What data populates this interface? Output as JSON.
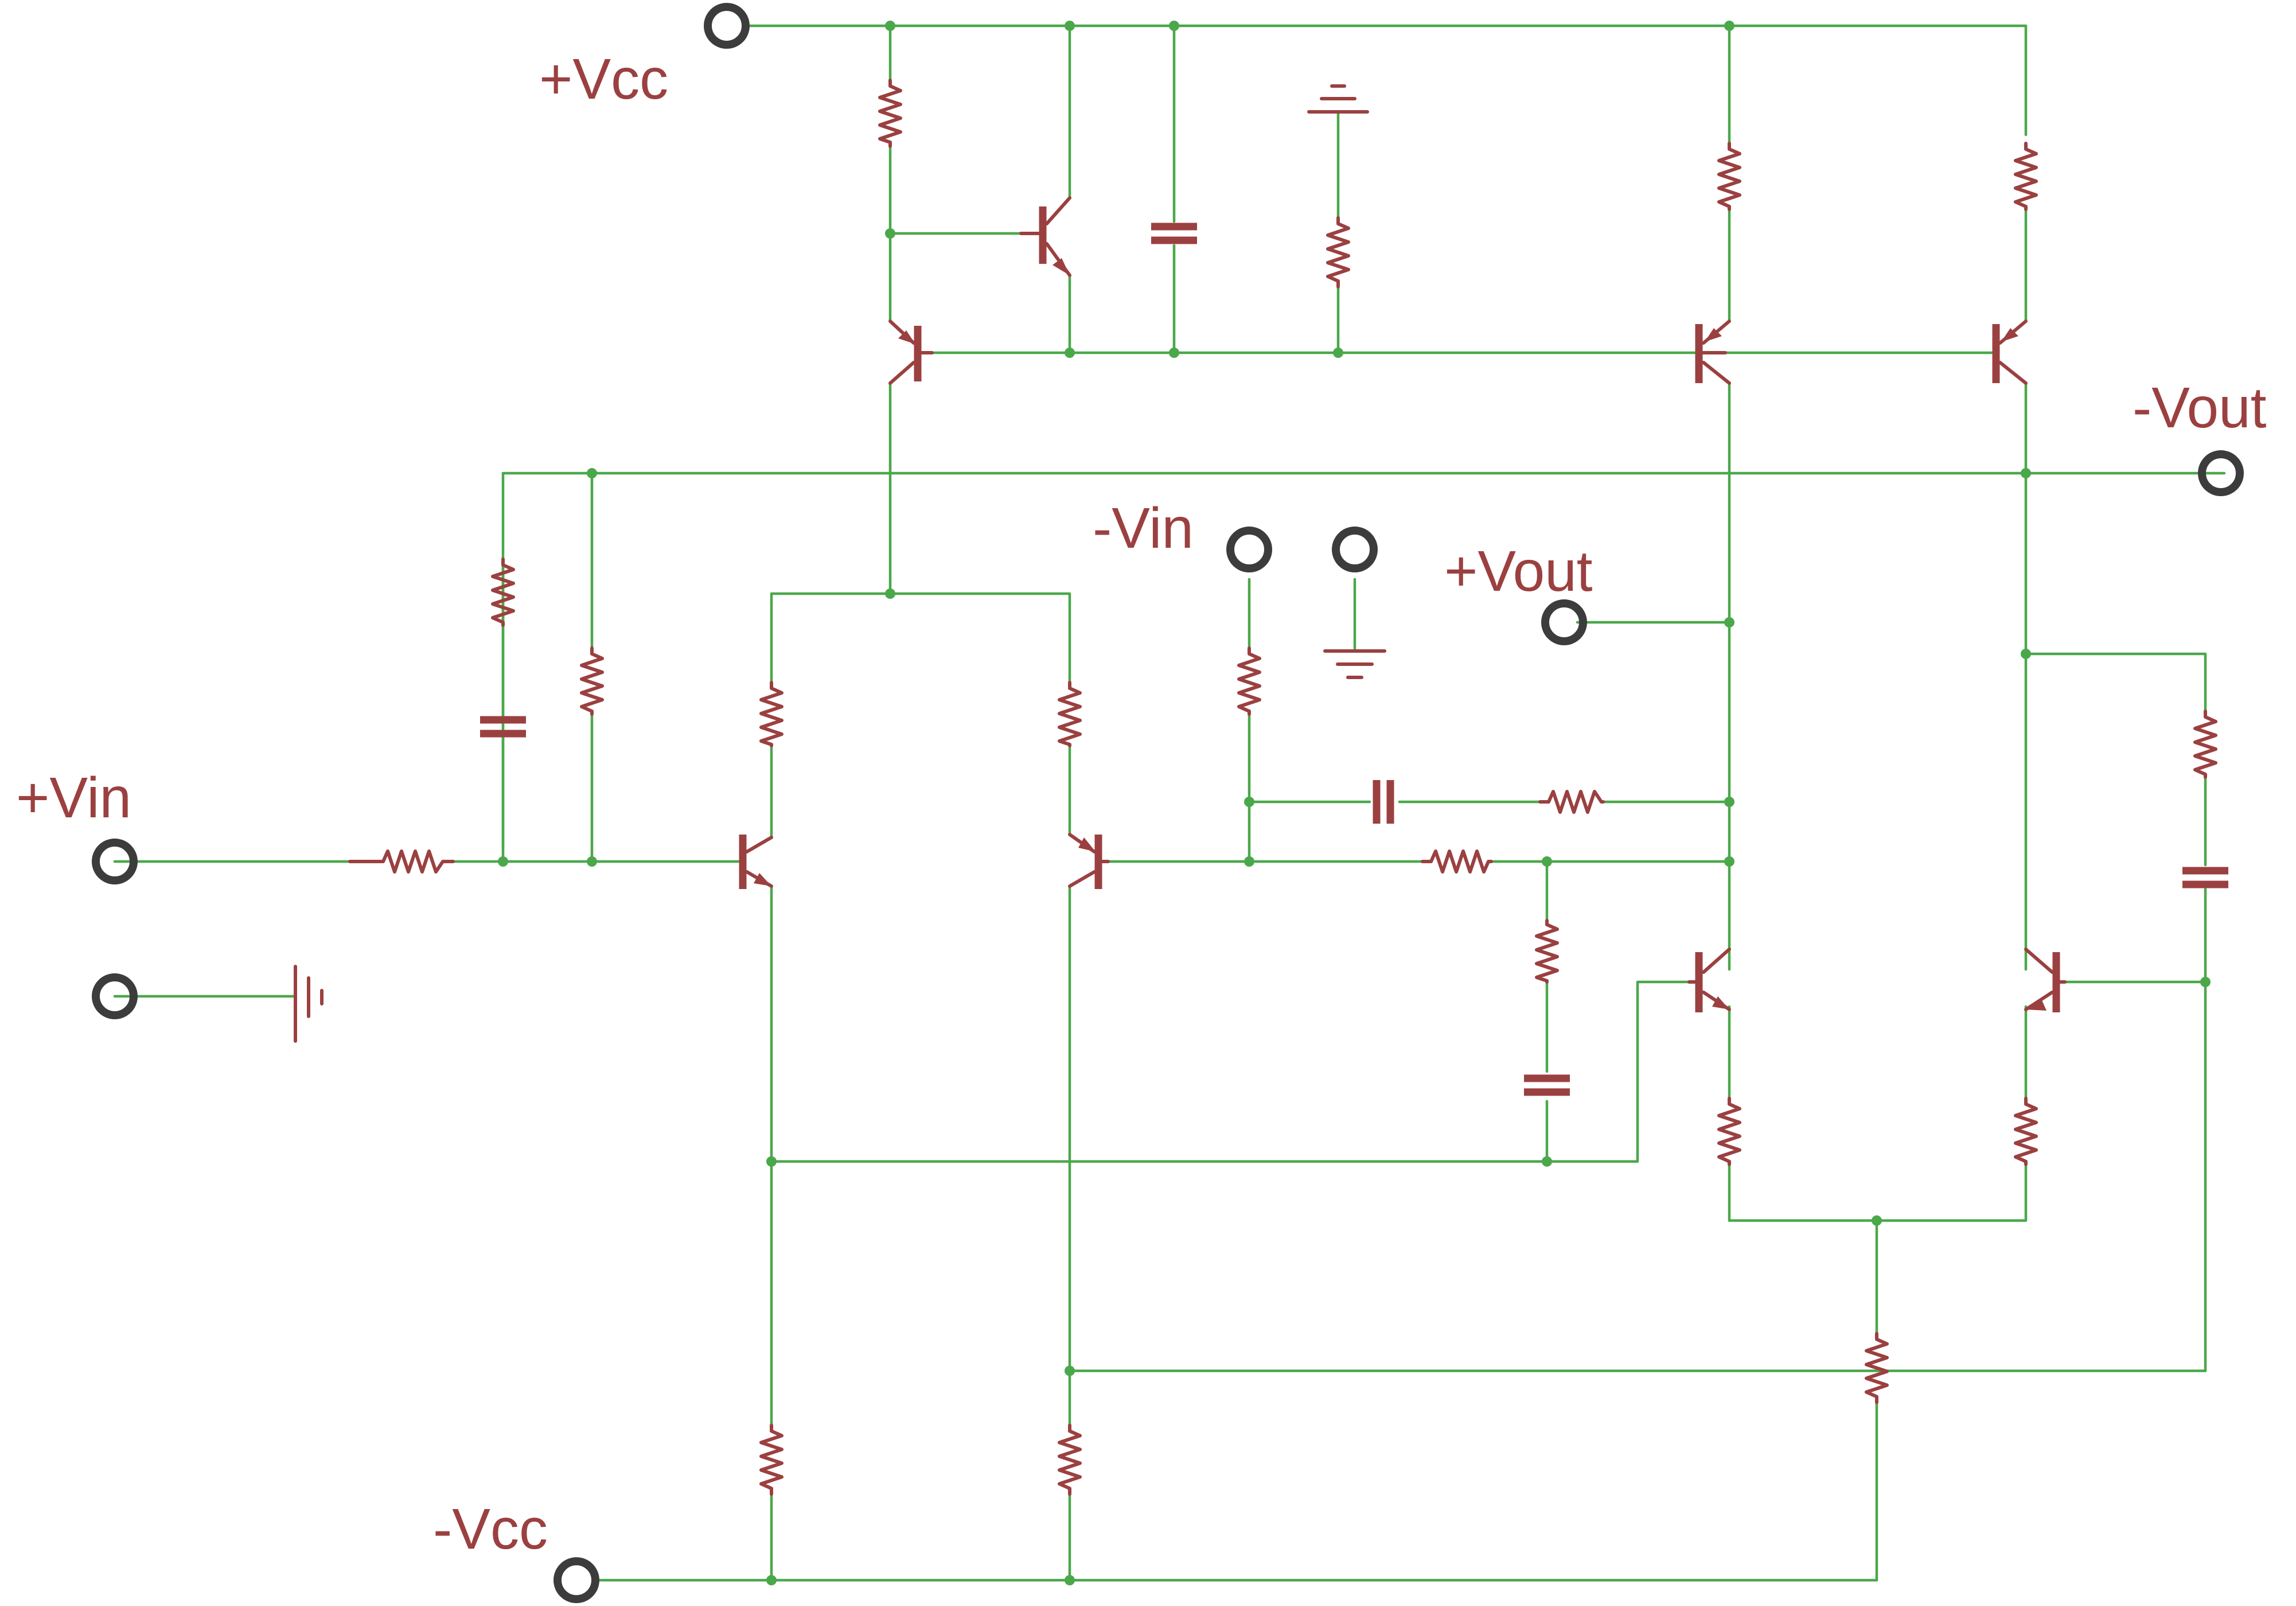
{
  "labels": {
    "vcc_pos": "+Vcc",
    "vcc_neg": "-Vcc",
    "vin_pos": "+Vin",
    "vin_neg": "-Vin",
    "vout_pos": "+Vout",
    "vout_neg": "-Vout"
  },
  "colors": {
    "wire": "#4aa84a",
    "component": "#9b4040",
    "terminal": "#3c3c3c",
    "background": "#ffffff"
  }
}
